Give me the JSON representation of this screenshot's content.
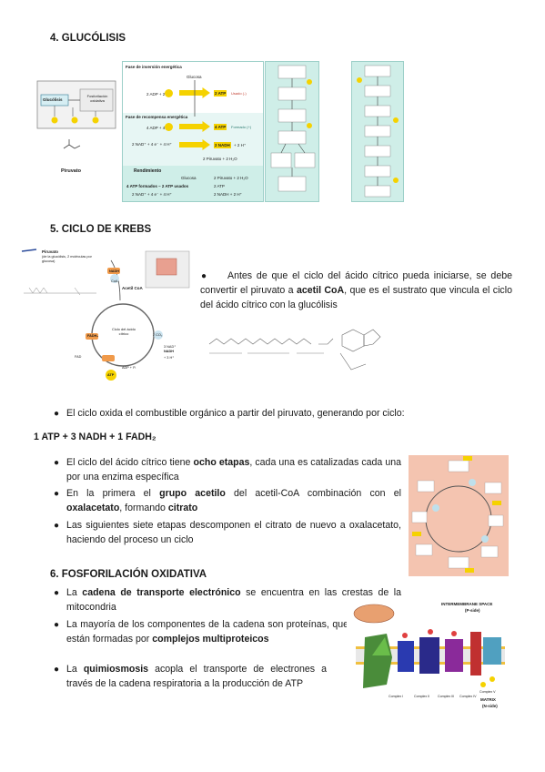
{
  "s4": {
    "heading": "4.  GLUCÓLISIS",
    "fig_left": {
      "box1": "Glucólisis",
      "box2": "Fosforilación oxidativa",
      "caption": "Piruvato"
    },
    "fig_phases": {
      "phase1_title": "Fase de inversión energética",
      "glucose": "Glucosa",
      "r1": "2 ADP + 2",
      "r1_out": "2 ATP",
      "r1_used": "Usado (-)",
      "phase2_title": "Fase de recompensa energética",
      "r2": "4 ADP + 4",
      "r2_out": "4 ATP",
      "r2_formed": "Formado (+)",
      "r3": "2 NAD⁺ + 4 e⁻ + 4 H⁺",
      "r3_out": "2 NADH",
      "r3_h": "+ 2 H⁺",
      "r4": "2 Piruvato + 2 H₂O",
      "yield_title": "Rendimiento",
      "y1a": "Glucosa",
      "y1b": "2 Piruvato + 2 H₂O",
      "y2a": "4 ATP formados – 2 ATP usados",
      "y2b": "2 ATP",
      "y3a": "2 NAD⁺ + 4 e⁻ + 4 H⁺",
      "y3b": "2 NADH + 2 H⁺"
    }
  },
  "s5": {
    "heading": "5.  CICLO DE KREBS",
    "fig_cycle": {
      "pyruvate": "Piruvato",
      "pyruvate_note": "(de la glucólisis, 2 moléculas por glucosa)",
      "acetyl": "Acetil CoA",
      "center": "Ciclo del ácido cítrico",
      "nadh": "NADH",
      "fadh2": "FADH₂",
      "fad": "FAD",
      "nad": "3 NAD⁺",
      "h": "+ 3 H⁺",
      "atp": "ATP",
      "adp": "ADP + Pᵢ",
      "co2": "2 CO₂",
      "coa": "CoA"
    },
    "p1_pre": "Antes de que el ciclo del ácido cítrico pueda iniciarse, se debe convertir el piruvato a ",
    "p1_bold": "acetil CoA",
    "p1_post": ", que es el sustrato que vincula el ciclo del ácido cítrico con la glucólisis",
    "p2": "El ciclo oxida el combustible orgánico a partir del piruvato, generando por ciclo:",
    "yield": "1 ATP + 3 NADH + 1 FADH₂",
    "b1_pre": "El ciclo del ácido cítrico tiene ",
    "b1_bold": "ocho etapas",
    "b1_post": ", cada una es catalizadas cada una por una enzima específica",
    "b2_pre": "En la primera el ",
    "b2_bold1": "grupo acetilo",
    "b2_mid": " del acetil-CoA combinación con el ",
    "b2_bold2": "oxalacetato",
    "b2_mid2": ", formando ",
    "b2_bold3": "citrato",
    "b3": "Las siguientes siete etapas descomponen el citrato de nuevo a oxalacetato, haciendo del proceso un ciclo"
  },
  "s6": {
    "heading": "6.  FOSFORILACIÓN OXIDATIVA",
    "b1_pre": "La ",
    "b1_bold": "cadena de transporte electrónico",
    "b1_post": " se encuentra en las crestas de la mitocondria",
    "b2_pre": "La mayoría de los componentes de la cadena son proteínas, que están formadas por ",
    "b2_bold": "complejos multiproteicos",
    "b3_pre": "La ",
    "b3_bold": "quimiosmosis",
    "b3_post": " acopla el transporte de electrones a través de la cadena respiratoria a la producción de ATP",
    "fig": {
      "top": "INTERMEMBRANE SPACE",
      "top2": "(P-side)",
      "bottom": "MATRIX",
      "bottom2": "(N-side)",
      "c1": "Complex I",
      "c2": "Complex II",
      "c3": "Complex III",
      "c4": "Complex IV",
      "c5": "Complex V"
    }
  },
  "colors": {
    "teal": "#4fb5a8",
    "yellow": "#f5d200",
    "krebs_bg": "#f4c4b0",
    "panel_bg": "#cfeee8"
  }
}
